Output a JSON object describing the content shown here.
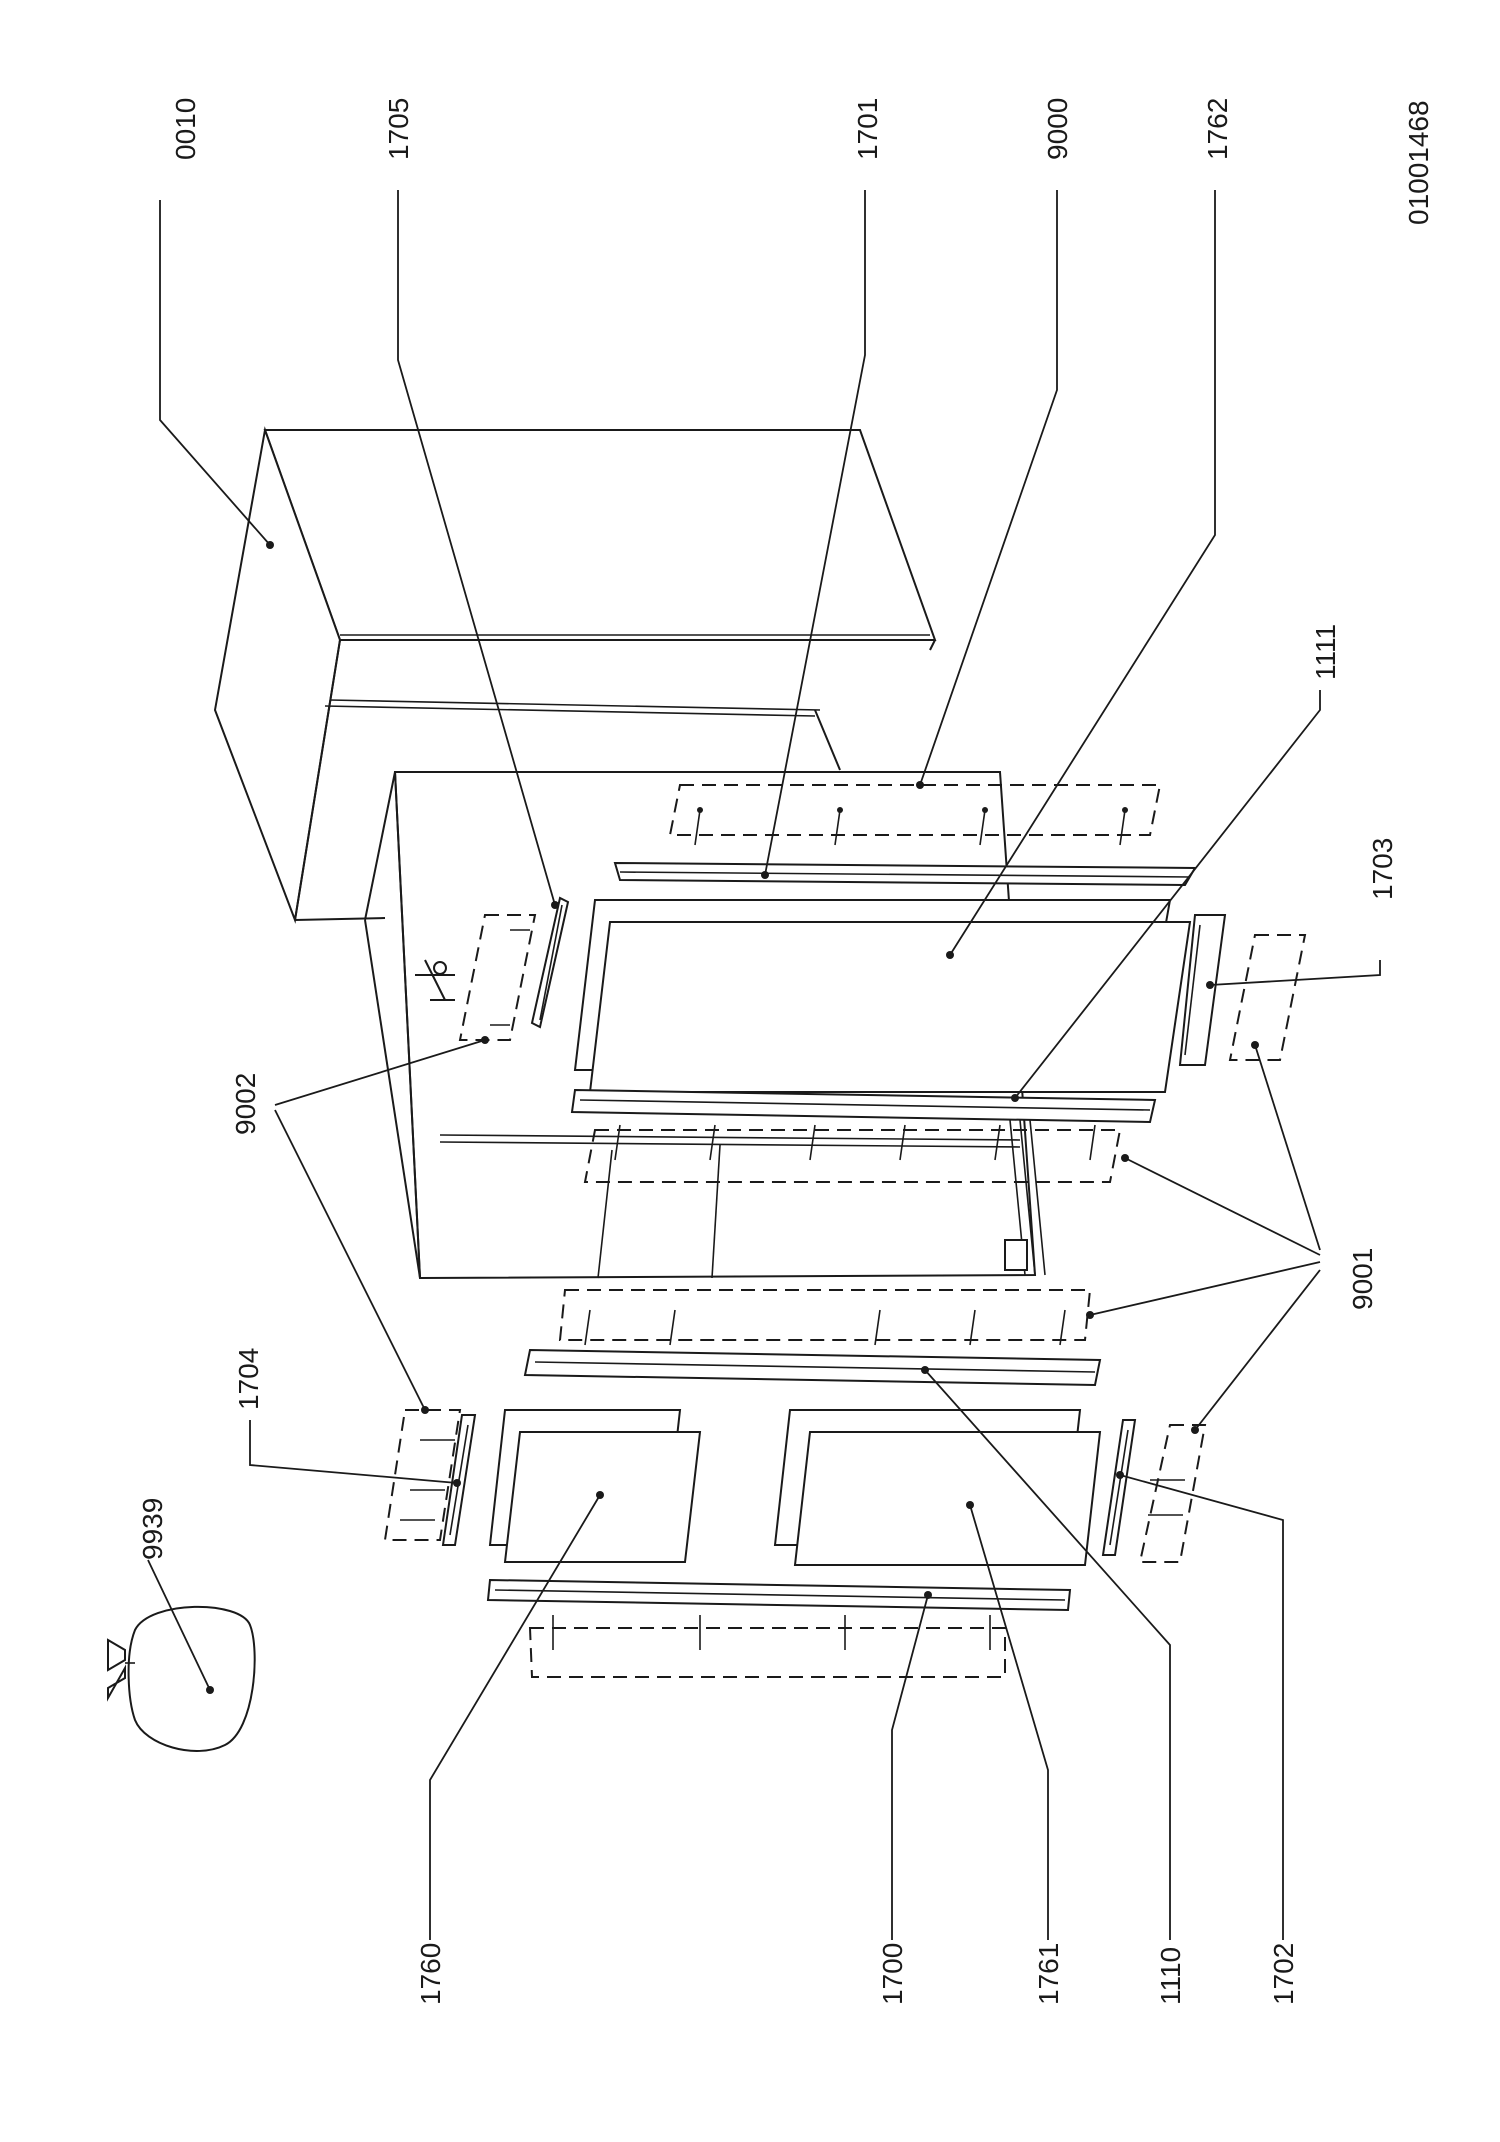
{
  "drawing_number": "01001468",
  "callouts": {
    "c0010": "0010",
    "c1705": "1705",
    "c1701": "1701",
    "c9000": "9000",
    "c1762": "1762",
    "c1111": "1111",
    "c1703": "1703",
    "c9001": "9001",
    "c9002": "9002",
    "c1704": "1704",
    "c9939": "9939",
    "c1760": "1760",
    "c1700": "1700",
    "c1761": "1761",
    "c1110": "1110",
    "c1702": "1702"
  }
}
